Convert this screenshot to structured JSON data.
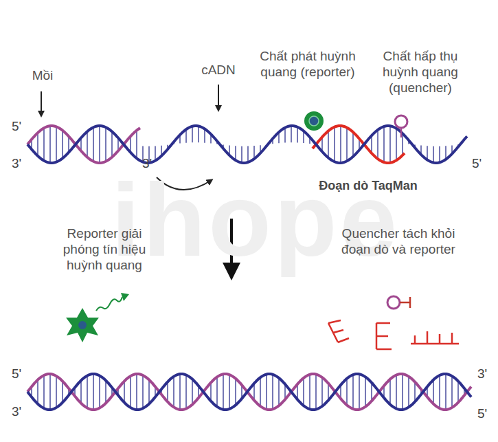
{
  "diagram": {
    "labels": [
      "Mồi",
      "cADN",
      "Chất phát huỳnh quang (reporter)",
      "Chất hấp thụ huỳnh quang (quencher)",
      "5'",
      "3'",
      "3'",
      "5'",
      "Đoạn dò TaqMan",
      "Reporter giải phóng tín hiệu huỳnh quang",
      "Quencher tách khỏi đoạn dò và reporter",
      "5'",
      "3'",
      "3'",
      "5'",
      "ihope"
    ]
  }
}
